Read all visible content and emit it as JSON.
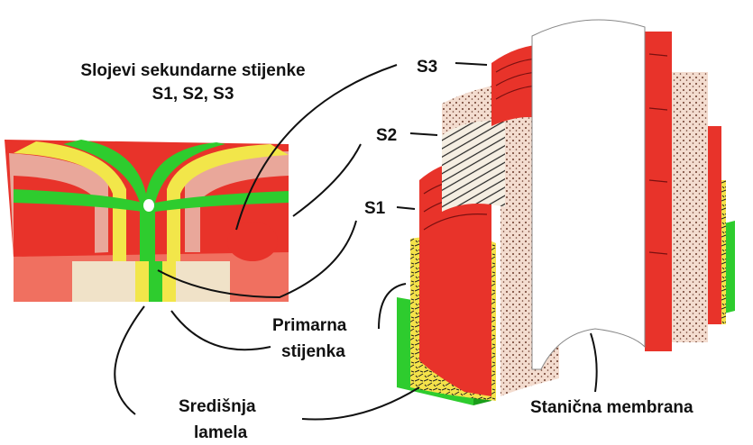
{
  "title": {
    "line1": "Slojevi sekundarne stijenke",
    "line2": "S1, S2, S3"
  },
  "labels": {
    "s3": "S3",
    "s2": "S2",
    "s1": "S1",
    "primary_line1": "Primarna",
    "primary_line2": "stijenka",
    "middle_line1": "Središnja",
    "middle_line2": "lamela",
    "membrane": "Stanična membrana"
  },
  "colors": {
    "middle_lamella": "#2ecc2e",
    "primary_wall": "#f2e64a",
    "s1": "#e8332a",
    "s2": "#f2d9cc",
    "s3": "#e8332a",
    "lumen": "#ffffff"
  }
}
